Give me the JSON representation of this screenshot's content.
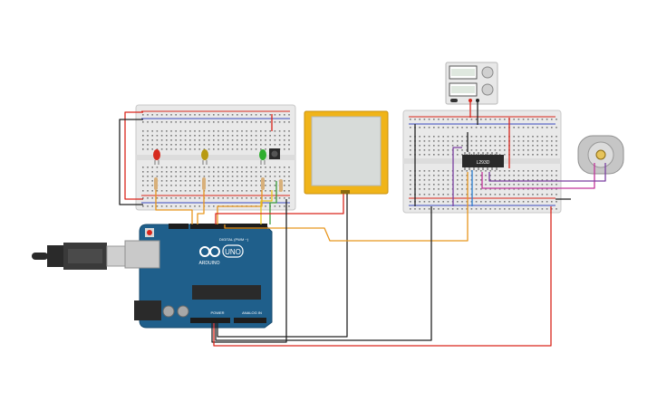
{
  "canvas": {
    "background": "#ffffff"
  },
  "components": {
    "arduino": {
      "label": "ARDUINO",
      "model": "UNO",
      "digital_label": "DIGITAL (PWM ~)",
      "power_label": "POWER",
      "analog_label": "ANALOG IN",
      "board_color": "#1f5f8b"
    },
    "driver_ic": {
      "label": "L293D"
    },
    "leds": [
      {
        "color": "#d62b1f",
        "name": "red"
      },
      {
        "color": "#b89a12",
        "name": "yellow"
      },
      {
        "color": "#2fae2f",
        "name": "green"
      }
    ],
    "pushbutton": {
      "name": "pushbutton"
    },
    "touch_panel": {
      "frame_color": "#f0b419",
      "screen_color": "#d7dbd9"
    },
    "power_supply": {
      "name": "power-supply"
    },
    "dc_motor": {
      "name": "dc-motor"
    }
  },
  "wire_colors": {
    "red": "#d9261c",
    "black": "#222222",
    "orange": "#e8961e",
    "purple": "#7b3fa0",
    "blue": "#2b7fd1",
    "magenta": "#c2349b",
    "green": "#3a9a3a",
    "yellow": "#e8c51e"
  }
}
